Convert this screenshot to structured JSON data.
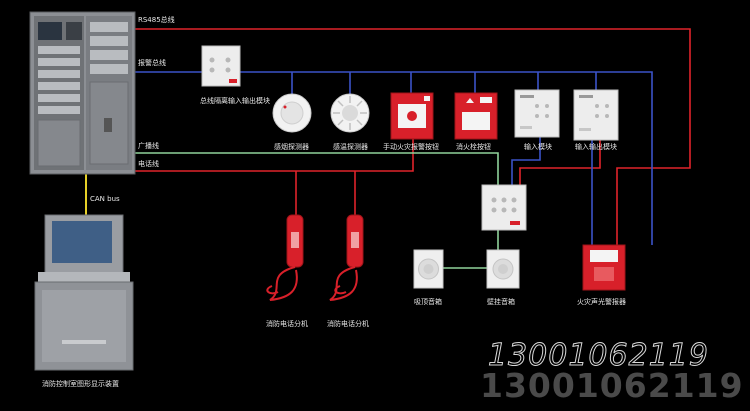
{
  "labels": {
    "bus_top": "RS485总线",
    "alarm_bus": "报警总线",
    "broadcast_line": "广播线",
    "power_line": "电话线",
    "can_bus": "CAN bus",
    "bottom_caption": "消防控制室图形显示装置"
  },
  "devices": {
    "input_module": "总线隔离输入输出模块",
    "smoke_detector": "感烟探测器",
    "heat_detector": "感温探测器",
    "manual_alarm_button": "手动火灾报警按钮",
    "hydrant_button": "消火栓按钮",
    "input_module_2": "输入模块",
    "io_module": "输入输出模块",
    "phone_1": "消防电话分机",
    "phone_2": "消防电话分机",
    "speaker_1": "吸顶音箱",
    "speaker_2": "壁挂音箱",
    "sound_light_alarm": "火灾声光警报器"
  },
  "phone_number": "13001062119",
  "colors": {
    "background": "#000000",
    "red_line": "#e0242a",
    "blue_line": "#3b52c8",
    "green_line": "#8fd39a",
    "yellow_line": "#e6d028",
    "device_red": "#d8202a",
    "panel_gray": "#8c8f94"
  }
}
